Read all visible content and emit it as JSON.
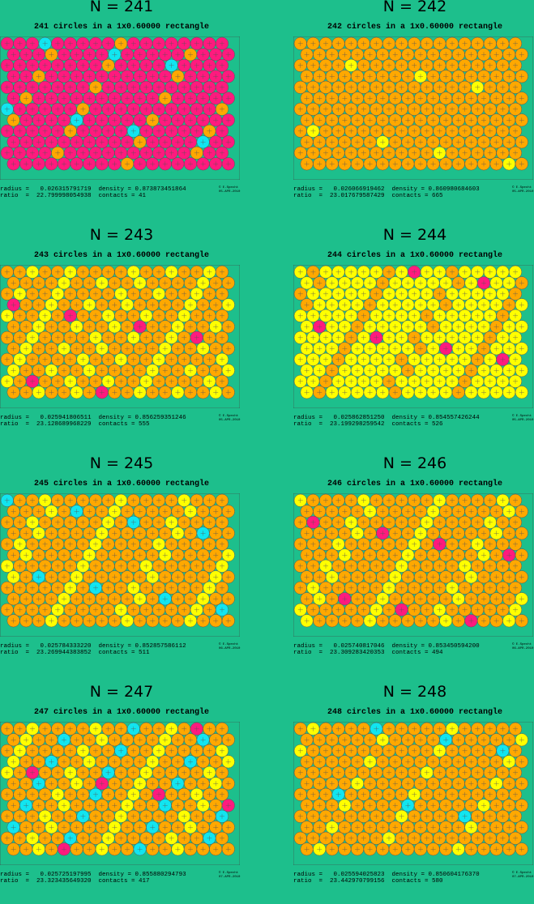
{
  "panels": [
    {
      "title": "N = 241",
      "subtitle": "241 circles in a 1x0.60000 rectangle",
      "radius": "radius =   0.026315791719",
      "density": "density = 0.873873451864",
      "ratio": "ratio  =  22.799998054938",
      "contacts": "contacts = 41",
      "credit": "© E.Specht 05-APR-2010",
      "palette": [
        "#ff1a7e",
        "#ff1a7e",
        "#ffa800",
        "#11e5f0"
      ]
    },
    {
      "title": "N = 242",
      "subtitle": "242 circles in a 1x0.60000 rectangle",
      "radius": "radius =   0.026066919462",
      "density": "density = 0.860980684603",
      "ratio": "ratio  =  23.017679587429",
      "contacts": "contacts = 665",
      "credit": "© E.Specht 05-APR-2010",
      "palette": [
        "#ffa800",
        "#ffa800",
        "#ffa800",
        "#ffff00"
      ]
    },
    {
      "title": "N = 243",
      "subtitle": "243 circles in a 1x0.60000 rectangle",
      "radius": "radius =   0.025941806511",
      "density": "density = 0.856259351246",
      "ratio": "ratio  =  23.128689968229",
      "contacts": "contacts = 555",
      "credit": "© E.Specht 05-APR-2010",
      "palette": [
        "#ffa800",
        "#ffff00",
        "#ffff00",
        "#ff1a7e"
      ]
    },
    {
      "title": "N = 244",
      "subtitle": "244 circles in a 1x0.60000 rectangle",
      "radius": "radius =   0.025862851250",
      "density": "density = 0.854557426244",
      "ratio": "ratio  =  23.199298259542",
      "contacts": "contacts = 526",
      "credit": "© E.Specht 05-APR-2010",
      "palette": [
        "#ffff00",
        "#ffa800",
        "#ffff00",
        "#ff1a7e"
      ]
    },
    {
      "title": "N = 245",
      "subtitle": "245 circles in a 1x0.60000 rectangle",
      "radius": "radius =   0.025784333220",
      "density": "density = 0.852857586112",
      "ratio": "ratio  =  23.269944383852",
      "contacts": "contacts = 511",
      "credit": "© E.Specht 06-APR-2010",
      "palette": [
        "#ffa800",
        "#ffff00",
        "#ffa800",
        "#11e5f0"
      ]
    },
    {
      "title": "N = 246",
      "subtitle": "246 circles in a 1x0.60000 rectangle",
      "radius": "radius =   0.025740817046",
      "density": "density = 0.853450594200",
      "ratio": "ratio  =  23.309283420353",
      "contacts": "contacts = 494",
      "credit": "© E.Specht 06-APR-2010",
      "palette": [
        "#ffa800",
        "#ffff00",
        "#ffa800",
        "#ff1a7e"
      ]
    },
    {
      "title": "N = 247",
      "subtitle": "247 circles in a 1x0.60000 rectangle",
      "radius": "radius =   0.025725197995",
      "density": "density = 0.855880294793",
      "ratio": "ratio  =  23.323435649320",
      "contacts": "contacts = 417",
      "credit": "© E.Specht 07-APR-2010",
      "palette": [
        "#ffa800",
        "#ffff00",
        "#11e5f0",
        "#ff1a7e"
      ]
    },
    {
      "title": "N = 248",
      "subtitle": "248 circles in a 1x0.60000 rectangle",
      "radius": "radius =   0.025594025823",
      "density": "density = 0.850604176370",
      "ratio": "ratio  =  23.442970799156",
      "contacts": "contacts = 580",
      "credit": "© E.Specht 07-APR-2010",
      "palette": [
        "#ffa800",
        "#ffa800",
        "#ffff00",
        "#11e5f0"
      ]
    }
  ],
  "colors": {
    "background": "#1dbf8c",
    "board": "#1dbf8c",
    "stroke": "#555555"
  }
}
